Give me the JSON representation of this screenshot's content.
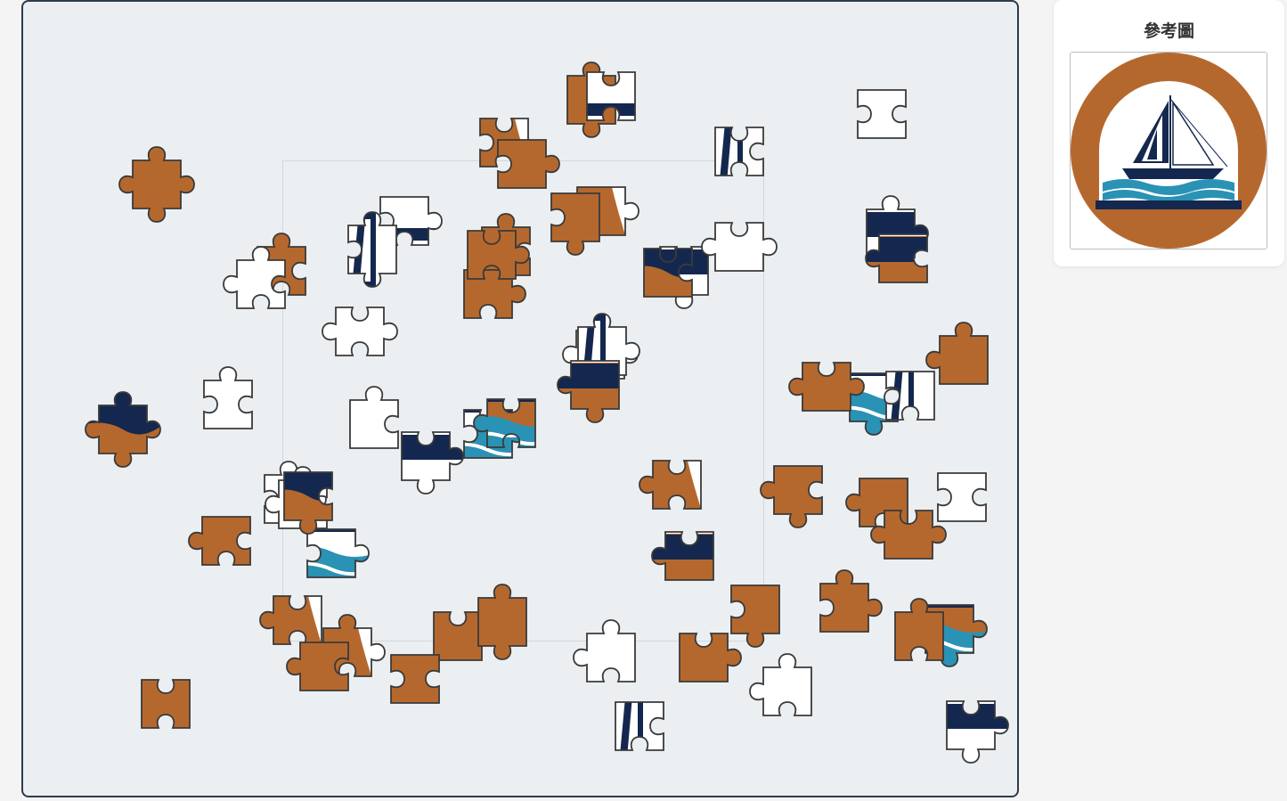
{
  "reference": {
    "title": "參考圖",
    "image_icon": "sailboat-logo-icon"
  },
  "colors": {
    "orange": "#b5682e",
    "navy": "#14284f",
    "teal": "#2a92b4",
    "white": "#ffffff",
    "outline": "#3a3a3a",
    "board": "#ebeff1"
  },
  "puzzle": {
    "board_label": "puzzle-board",
    "pieces": [
      {
        "id": "p1",
        "fill": "orange",
        "detail": "plain"
      },
      {
        "id": "p2",
        "fill": "orange",
        "detail": "white-corner"
      },
      {
        "id": "p3",
        "fill": "orange",
        "detail": "white-diagonal"
      },
      {
        "id": "p4",
        "fill": "white",
        "detail": "plain"
      },
      {
        "id": "p5",
        "fill": "white",
        "detail": "navy-sail"
      },
      {
        "id": "p6",
        "fill": "orange",
        "detail": "plain"
      },
      {
        "id": "p7",
        "fill": "orange",
        "detail": "white-diagonal"
      },
      {
        "id": "p8",
        "fill": "white",
        "detail": "navy-stripe"
      },
      {
        "id": "p9",
        "fill": "orange",
        "detail": "plain"
      },
      {
        "id": "p10",
        "fill": "white",
        "detail": "navy-stripe"
      },
      {
        "id": "p11",
        "fill": "orange",
        "detail": "plain"
      },
      {
        "id": "p12",
        "fill": "orange",
        "detail": "plain"
      },
      {
        "id": "p13",
        "fill": "white",
        "detail": "orange-corner"
      },
      {
        "id": "p14",
        "fill": "white",
        "detail": "navy-sail"
      },
      {
        "id": "p15",
        "fill": "orange",
        "detail": "white-corner"
      },
      {
        "id": "p16",
        "fill": "white",
        "detail": "orange-corner"
      },
      {
        "id": "p17",
        "fill": "orange",
        "detail": "plain"
      },
      {
        "id": "p18",
        "fill": "white",
        "detail": "navy-band"
      },
      {
        "id": "p19",
        "fill": "white",
        "detail": "orange-corner"
      },
      {
        "id": "p20",
        "fill": "orange",
        "detail": "navy-top"
      },
      {
        "id": "p21",
        "fill": "orange",
        "detail": "white-corner"
      },
      {
        "id": "p22",
        "fill": "white",
        "detail": "navy-band"
      },
      {
        "id": "p23",
        "fill": "orange",
        "detail": "navy-band"
      },
      {
        "id": "p24",
        "fill": "white",
        "detail": "plain"
      },
      {
        "id": "p25",
        "fill": "white",
        "detail": "navy-sail"
      },
      {
        "id": "p26",
        "fill": "orange",
        "detail": "navy-band"
      },
      {
        "id": "p27",
        "fill": "white",
        "detail": "teal-waves"
      },
      {
        "id": "p28",
        "fill": "white",
        "detail": "teal-waves"
      },
      {
        "id": "p29",
        "fill": "orange",
        "detail": "plain"
      },
      {
        "id": "p30",
        "fill": "white",
        "detail": "navy-sail"
      },
      {
        "id": "p31",
        "fill": "white",
        "detail": "plain"
      },
      {
        "id": "p32",
        "fill": "orange",
        "detail": "teal-waves"
      },
      {
        "id": "p33",
        "fill": "white",
        "detail": "orange-corner"
      },
      {
        "id": "p34",
        "fill": "orange",
        "detail": "navy-top"
      },
      {
        "id": "p35",
        "fill": "white",
        "detail": "plain"
      },
      {
        "id": "p36",
        "fill": "orange",
        "detail": "plain"
      },
      {
        "id": "p37",
        "fill": "orange",
        "detail": "white-diagonal"
      },
      {
        "id": "p38",
        "fill": "white",
        "detail": "teal-waves"
      },
      {
        "id": "p39",
        "fill": "orange",
        "detail": "plain"
      },
      {
        "id": "p40",
        "fill": "orange",
        "detail": "navy-band"
      },
      {
        "id": "p41",
        "fill": "orange",
        "detail": "plain"
      },
      {
        "id": "p42",
        "fill": "white",
        "detail": "plain"
      },
      {
        "id": "p43",
        "fill": "orange",
        "detail": "navy-top"
      },
      {
        "id": "p44",
        "fill": "orange",
        "detail": "plain"
      },
      {
        "id": "p45",
        "fill": "orange",
        "detail": "white-diagonal"
      },
      {
        "id": "p46",
        "fill": "orange",
        "detail": "plain"
      },
      {
        "id": "p47",
        "fill": "orange",
        "detail": "white-diagonal"
      },
      {
        "id": "p48",
        "fill": "orange",
        "detail": "plain"
      },
      {
        "id": "p49",
        "fill": "orange",
        "detail": "plain"
      },
      {
        "id": "p50",
        "fill": "orange",
        "detail": "white-corner"
      },
      {
        "id": "p51",
        "fill": "orange",
        "detail": "plain"
      },
      {
        "id": "p52",
        "fill": "white",
        "detail": "orange-corner"
      },
      {
        "id": "p53",
        "fill": "orange",
        "detail": "plain"
      },
      {
        "id": "p54",
        "fill": "white",
        "detail": "navy-sail"
      },
      {
        "id": "p55",
        "fill": "orange",
        "detail": "plain"
      },
      {
        "id": "p56",
        "fill": "white",
        "detail": "plain"
      },
      {
        "id": "p57",
        "fill": "orange",
        "detail": "teal-waves"
      },
      {
        "id": "p58",
        "fill": "white",
        "detail": "navy-band"
      },
      {
        "id": "p59",
        "fill": "orange",
        "detail": "plain"
      },
      {
        "id": "p60",
        "fill": "orange",
        "detail": "plain"
      },
      {
        "id": "p61",
        "fill": "white",
        "detail": "navy-band"
      },
      {
        "id": "p62",
        "fill": "white",
        "detail": "plain"
      }
    ]
  }
}
